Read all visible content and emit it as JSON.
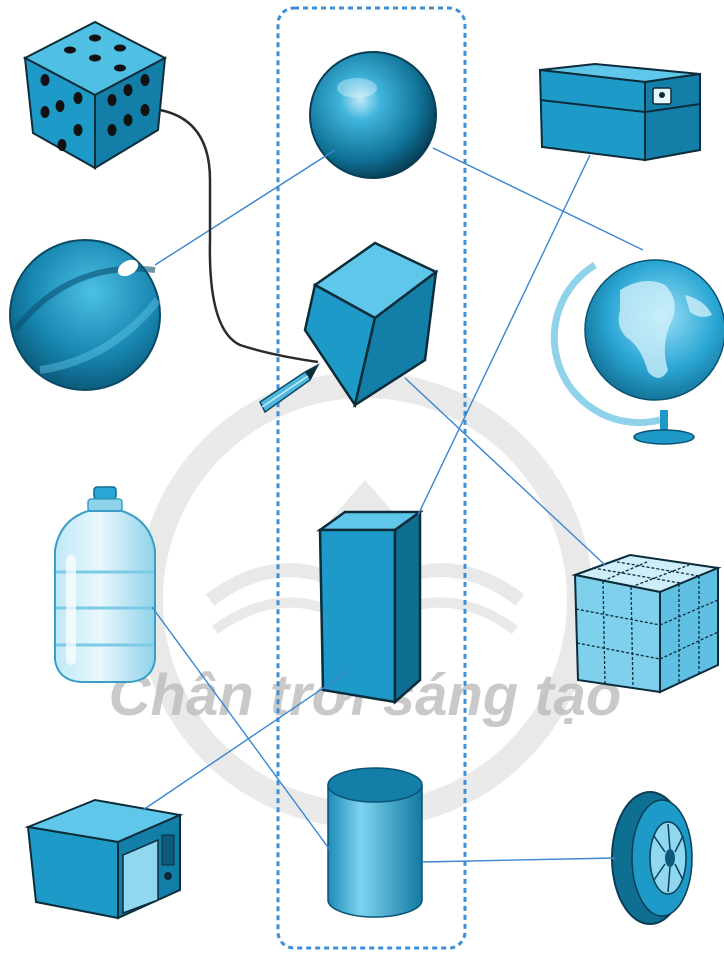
{
  "watermark": {
    "text": "Chân trời sáng tạo"
  },
  "colors": {
    "primary": "#1d9ac7",
    "dark": "#0a5f80",
    "light": "#7fd0ec",
    "outline": "#0c2c3a",
    "connector": "#3a86d0",
    "drawn_line": "#2a2a2a",
    "frame": "#3e8fd6"
  },
  "left_column": [
    "dice-icon",
    "beach-ball-icon",
    "water-bottle-icon",
    "microwave-icon"
  ],
  "middle_column": [
    "sphere-shape",
    "cube-shape",
    "cuboid-shape",
    "cylinder-shape"
  ],
  "right_column": [
    "treasure-box-icon",
    "globe-icon",
    "rubik-cube-icon",
    "tire-icon"
  ],
  "matches": [
    [
      "beach-ball-icon",
      "sphere-shape"
    ],
    [
      "globe-icon",
      "sphere-shape"
    ],
    [
      "dice-icon",
      "cube-shape"
    ],
    [
      "rubik-cube-icon",
      "cube-shape"
    ],
    [
      "treasure-box-icon",
      "cuboid-shape"
    ],
    [
      "microwave-icon",
      "cuboid-shape"
    ],
    [
      "water-bottle-icon",
      "cylinder-shape"
    ],
    [
      "tire-icon",
      "cylinder-shape"
    ]
  ]
}
